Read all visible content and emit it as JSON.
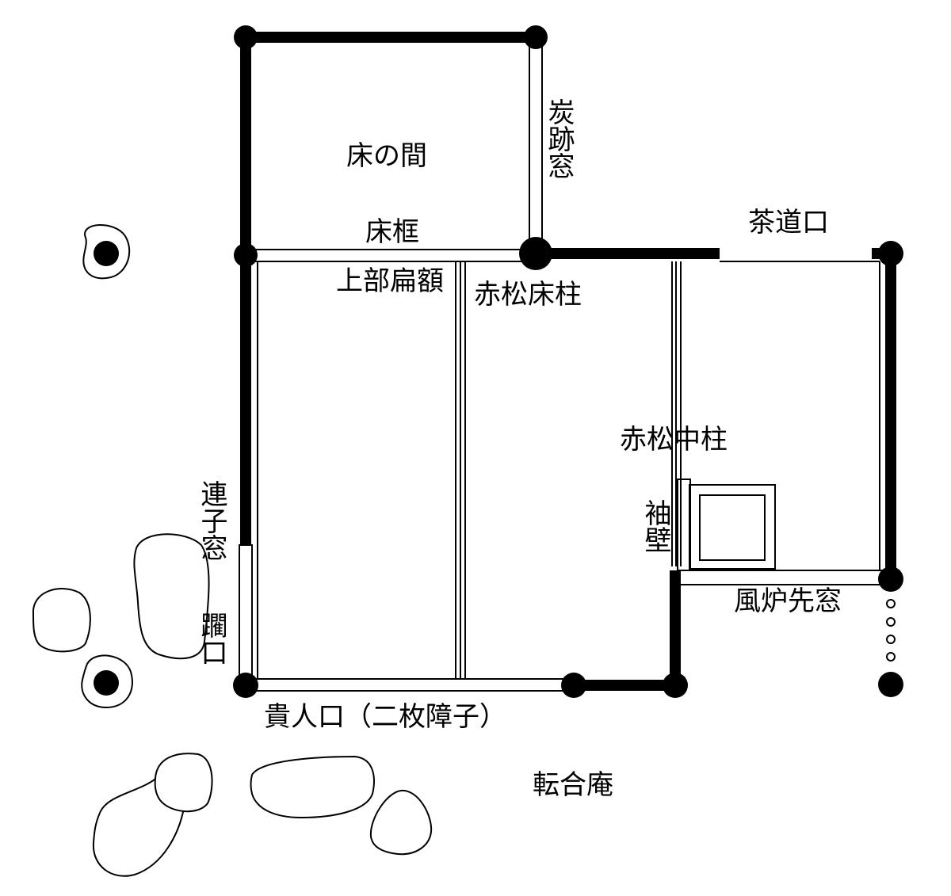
{
  "labels": {
    "tokonoma": "床の間",
    "sumiato_mado": "炭跡窓",
    "tokogamachi": "床框",
    "sadoguchi": "茶道口",
    "jobu_hengaku": "上部扁額",
    "akamatsu_tokobashira": "赤松床柱",
    "akamatsu_nakabashira": "赤松中柱",
    "sodekabe": "袖壁",
    "renji_mado": "連子窓",
    "nijiriguchi": "躙口",
    "furosaki_mado": "風炉先窓",
    "kininguchi": "貴人口（二枚障子）",
    "title": "転合庵"
  },
  "colors": {
    "line": "#000000",
    "background": "#ffffff"
  }
}
